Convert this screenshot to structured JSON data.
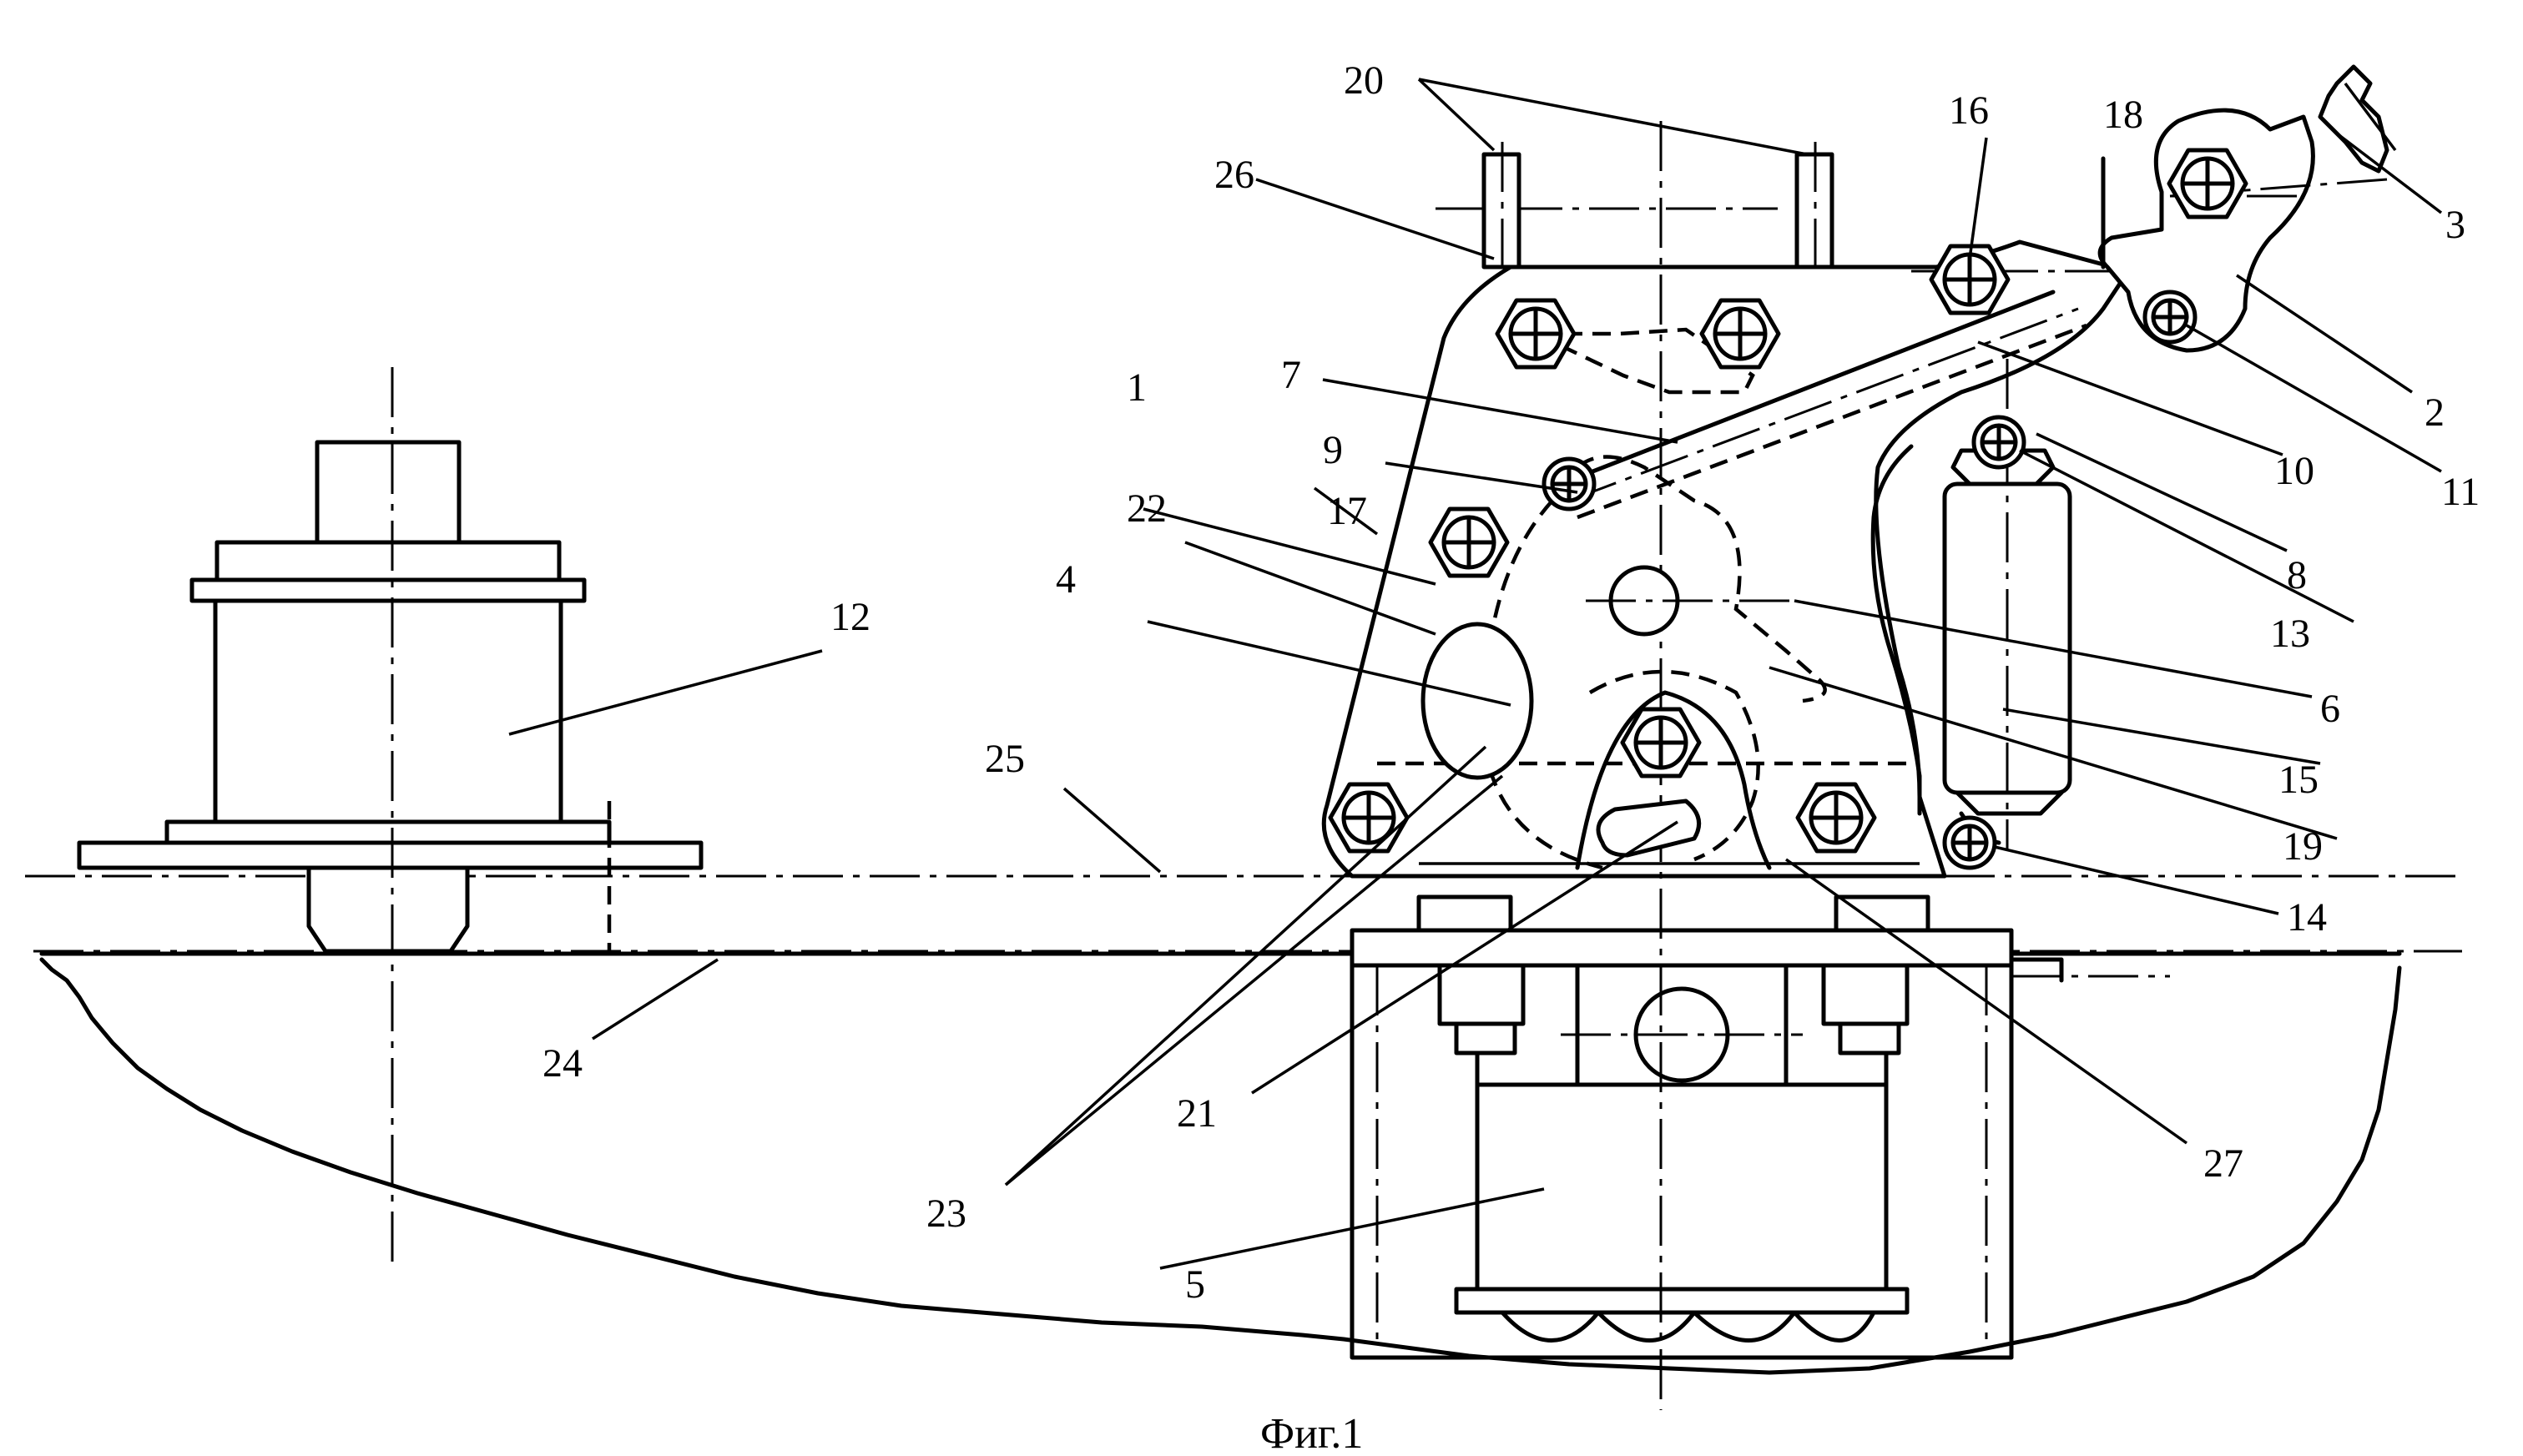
{
  "caption": "Фиг.1",
  "labels": {
    "l1": "1",
    "l2": "2",
    "l3": "3",
    "l4": "4",
    "l5": "5",
    "l6": "6",
    "l7": "7",
    "l8": "8",
    "l9": "9",
    "l10": "10",
    "l11": "11",
    "l12": "12",
    "l13": "13",
    "l14": "14",
    "l15": "15",
    "l16": "16",
    "l17": "17",
    "l18": "18",
    "l19": "19",
    "l20": "20",
    "l21": "21",
    "l22": "22",
    "l23": "23",
    "l24": "24",
    "l25": "25",
    "l26": "26",
    "l27": "27"
  }
}
